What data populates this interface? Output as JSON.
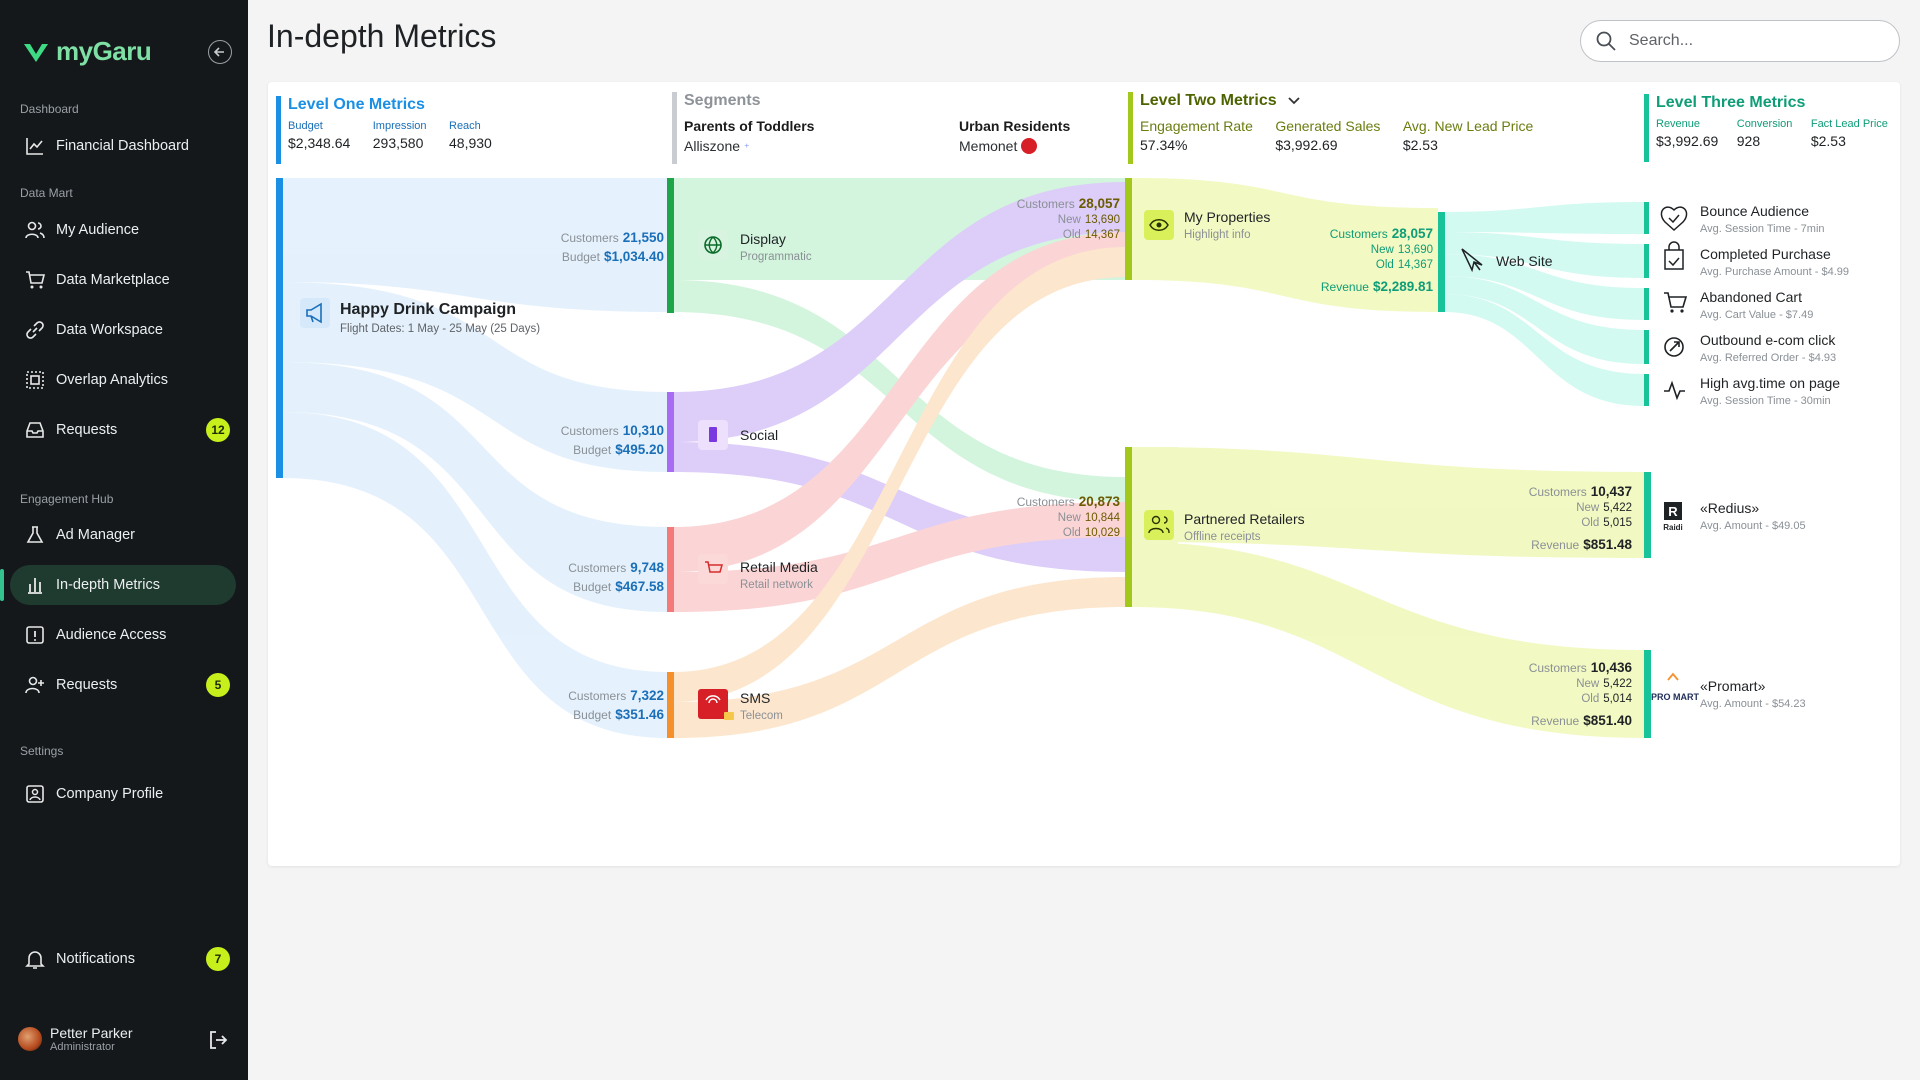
{
  "app": {
    "name": "myGaru"
  },
  "sidebar": {
    "sections": [
      "Dashboard",
      "Data Mart",
      "Engagement Hub",
      "Settings"
    ],
    "items": [
      {
        "label": "Financial Dashboard"
      },
      {
        "label": "My Audience"
      },
      {
        "label": "Data Marketplace"
      },
      {
        "label": "Data Workspace"
      },
      {
        "label": "Overlap Analytics"
      },
      {
        "label": "Requests",
        "badge": "12"
      },
      {
        "label": "Ad Manager"
      },
      {
        "label": "In-depth Metrics"
      },
      {
        "label": "Audience Access"
      },
      {
        "label": "Requests",
        "badge": "5"
      },
      {
        "label": "Company Profile"
      }
    ],
    "notifications": {
      "label": "Notifications",
      "badge": "7"
    },
    "user": {
      "name": "Petter Parker",
      "role": "Administrator"
    }
  },
  "header": {
    "title": "In-depth Metrics",
    "search_placeholder": "Search..."
  },
  "level_one": {
    "title": "Level One Metrics",
    "metrics": [
      {
        "label": "Budget",
        "value": "$2,348.64"
      },
      {
        "label": "Impression",
        "value": "293,580"
      },
      {
        "label": "Reach",
        "value": "48,930"
      }
    ]
  },
  "segments": {
    "title": "Segments",
    "items": [
      {
        "label": "Parents of Toddlers",
        "value": "Alliszone"
      },
      {
        "label": "Urban Residents",
        "value": "Memonet"
      }
    ]
  },
  "level_two": {
    "title": "Level Two Metrics",
    "metrics": [
      {
        "label": "Engagement Rate",
        "value": "57.34%"
      },
      {
        "label": "Generated Sales",
        "value": "$3,992.69"
      },
      {
        "label": "Avg. New Lead Price",
        "value": "$2.53"
      }
    ]
  },
  "level_three": {
    "title": "Level Three Metrics",
    "metrics": [
      {
        "label": "Revenue",
        "value": "$3,992.69"
      },
      {
        "label": "Conversion",
        "value": "928"
      },
      {
        "label": "Fact Lead Price",
        "value": "$2.53"
      }
    ]
  },
  "campaign": {
    "name": "Happy Drink Campaign",
    "dates": "Flight Dates: 1 May - 25 May (25 Days)"
  },
  "channels": [
    {
      "name": "Display",
      "sub": "Programmatic",
      "customers_label": "Customers",
      "customers": "21,550",
      "budget_label": "Budget",
      "budget": "$1,034.40",
      "color": "#1ea54a"
    },
    {
      "name": "Social",
      "sub": "",
      "customers_label": "Customers",
      "customers": "10,310",
      "budget_label": "Budget",
      "budget": "$495.20",
      "color": "#a86cf2"
    },
    {
      "name": "Retail Media",
      "sub": "Retail network",
      "customers_label": "Customers",
      "customers": "9,748",
      "budget_label": "Budget",
      "budget": "$467.58",
      "color": "#f47979"
    },
    {
      "name": "SMS",
      "sub": "Telecom",
      "customers_label": "Customers",
      "customers": "7,322",
      "budget_label": "Budget",
      "budget": "$351.46",
      "color": "#f5912c"
    }
  ],
  "level_two_nodes": [
    {
      "name": "My Properties",
      "sub": "Highlight info",
      "in_customers": "28,057",
      "in_new": "13,690",
      "in_old": "14,367",
      "out_customers": "28,057",
      "out_new": "13,690",
      "out_old": "14,367",
      "revenue": "$2,289.81"
    },
    {
      "name": "Partnered Retailers",
      "sub": "Offline receipts",
      "in_customers": "20,873",
      "in_new": "10,844",
      "in_old": "10,029"
    }
  ],
  "web_site": {
    "name": "Web Site"
  },
  "labels": {
    "customers": "Customers",
    "new": "New",
    "old": "Old",
    "revenue": "Revenue"
  },
  "web_targets": [
    {
      "name": "Bounce Audience",
      "sub": "Avg. Session Time - 7min",
      "icon": "heart-check-icon"
    },
    {
      "name": "Completed Purchase",
      "sub": "Avg. Purchase Amount - $4.99",
      "icon": "shopping-bag-icon"
    },
    {
      "name": "Abandoned Cart",
      "sub": "Avg. Cart Value - $7.49",
      "icon": "cart-icon"
    },
    {
      "name": "Outbound e-com click",
      "sub": "Avg. Referred Order - $4.93",
      "icon": "outbound-icon"
    },
    {
      "name": "High avg.time on page",
      "sub": "Avg. Session Time - 30min",
      "icon": "pulse-icon"
    }
  ],
  "retailers": [
    {
      "name": "«Redius»",
      "sub": "Avg. Amount - $49.05",
      "customers": "10,437",
      "new": "5,422",
      "old": "5,015",
      "revenue": "$851.48",
      "logo": "Raidi"
    },
    {
      "name": "«Promart»",
      "sub": "Avg. Amount - $54.23",
      "customers": "10,436",
      "new": "5,422",
      "old": "5,014",
      "revenue": "$851.40",
      "logo": "PRO MART"
    }
  ],
  "colors": {
    "accent": "#34c38f",
    "lime": "#c7ef1c",
    "level_one": "#1a8fe3",
    "level_two": "#a3c81c",
    "level_three": "#18c39a"
  }
}
